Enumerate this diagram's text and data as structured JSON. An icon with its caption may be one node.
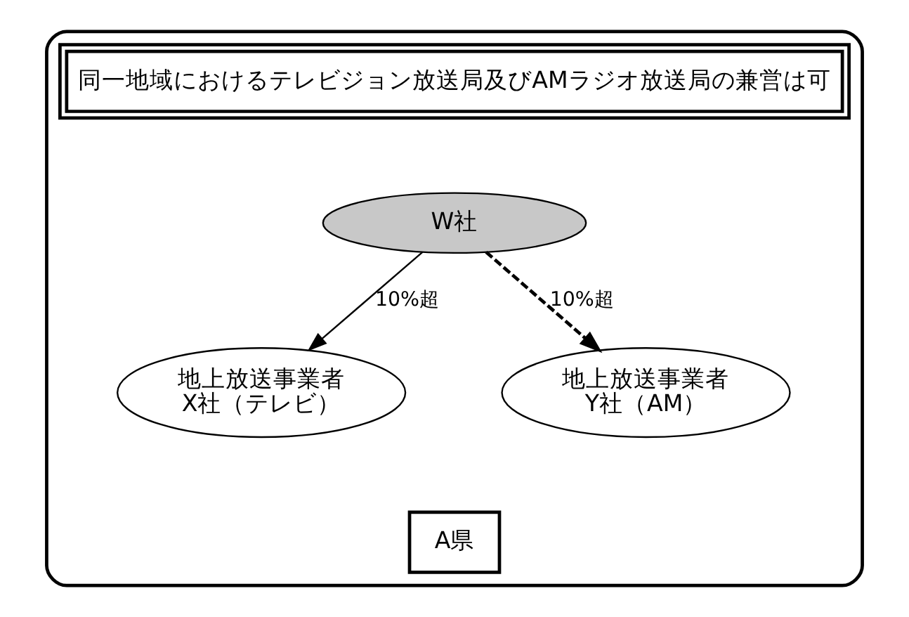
{
  "diagram": {
    "nodes": [
      {
        "text": [],
        "shape": "box"
      },
      {
        "text": [
          "同一地域におけるテレビジョン放送局及びAMラジオ放送局の兼営は可"
        ],
        "in": 0
      },
      {
        "text": [
          "W社"
        ],
        "in": 0
      },
      {
        "text": [
          "地上放送事業者",
          "X社（テレビ）"
        ],
        "in": 0
      },
      {
        "text": [
          "地上放送事業者",
          "Y社（AM）"
        ],
        "in": 0
      },
      {
        "text": [
          "A県"
        ],
        "in": 0
      }
    ],
    "edges": [
      {
        "from": 2,
        "to": 3,
        "arrow": "to",
        "label": "10%超"
      },
      {
        "from": 2,
        "to": 4,
        "arrow": "to",
        "label": "10%超",
        "style": "dashed"
      }
    ]
  }
}
